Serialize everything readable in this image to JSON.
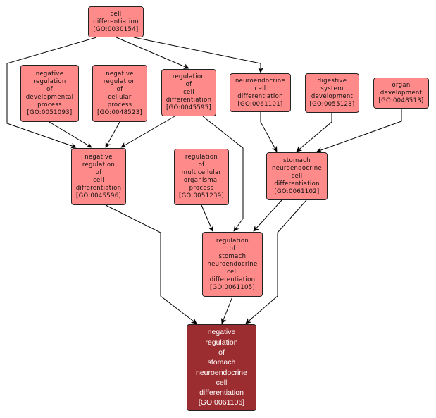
{
  "diagram": {
    "type": "GO term hierarchy graph",
    "colors": {
      "node_fill": "#ff8a8a",
      "focus_fill": "#9b2d30",
      "edge": "#000000",
      "background": "#ffffff"
    },
    "nodes": [
      {
        "id": "GO:0030154",
        "label": "cell\ndifferentiation\n[GO:0030154]",
        "focus": false
      },
      {
        "id": "GO:0051093",
        "label": "negative\nregulation\nof\ndevelopmental\nprocess\n[GO:0051093]",
        "focus": false
      },
      {
        "id": "GO:0048523",
        "label": "negative\nregulation\nof\ncellular\nprocess\n[GO:0048523]",
        "focus": false
      },
      {
        "id": "GO:0045595",
        "label": "regulation\nof\ncell\ndifferentiation\n[GO:0045595]",
        "focus": false
      },
      {
        "id": "GO:0061101",
        "label": "neuroendocrine\ncell\ndifferentiation\n[GO:0061101]",
        "focus": false
      },
      {
        "id": "GO:0055123",
        "label": "digestive\nsystem\ndevelopment\n[GO:0055123]",
        "focus": false
      },
      {
        "id": "GO:0048513",
        "label": "organ\ndevelopment\n[GO:0048513]",
        "focus": false
      },
      {
        "id": "GO:0045596",
        "label": "negative\nregulation\nof\ncell\ndifferentiation\n[GO:0045596]",
        "focus": false
      },
      {
        "id": "GO:0051239",
        "label": "regulation\nof\nmulticellular\norganismal\nprocess\n[GO:0051239]",
        "focus": false
      },
      {
        "id": "GO:0061102",
        "label": "stomach\nneuroendocrine\ncell\ndifferentiation\n[GO:0061102]",
        "focus": false
      },
      {
        "id": "GO:0061105",
        "label": "regulation\nof\nstomach\nneuroendocrine\ncell\ndifferentiation\n[GO:0061105]",
        "focus": false
      },
      {
        "id": "GO:0061106",
        "label": "negative\nregulation\nof\nstomach\nneuroendocrine\ncell\ndifferentiation\n[GO:0061106]",
        "focus": true
      }
    ],
    "edges": [
      {
        "from": "GO:0030154",
        "to": "GO:0045596"
      },
      {
        "from": "GO:0030154",
        "to": "GO:0045595"
      },
      {
        "from": "GO:0030154",
        "to": "GO:0061101"
      },
      {
        "from": "GO:0051093",
        "to": "GO:0045596"
      },
      {
        "from": "GO:0048523",
        "to": "GO:0045596"
      },
      {
        "from": "GO:0045595",
        "to": "GO:0045596"
      },
      {
        "from": "GO:0045595",
        "to": "GO:0061105"
      },
      {
        "from": "GO:0061101",
        "to": "GO:0061102"
      },
      {
        "from": "GO:0055123",
        "to": "GO:0061102"
      },
      {
        "from": "GO:0048513",
        "to": "GO:0061102"
      },
      {
        "from": "GO:0051239",
        "to": "GO:0061105"
      },
      {
        "from": "GO:0061102",
        "to": "GO:0061105"
      },
      {
        "from": "GO:0045596",
        "to": "GO:0061106"
      },
      {
        "from": "GO:0061105",
        "to": "GO:0061106"
      },
      {
        "from": "GO:0061102",
        "to": "GO:0061106"
      }
    ]
  }
}
